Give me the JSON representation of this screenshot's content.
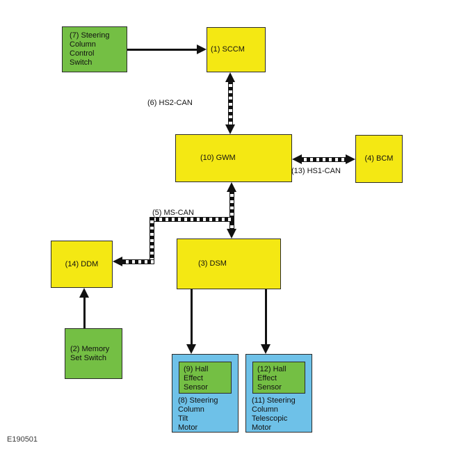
{
  "figure_id": "E190501",
  "palette": {
    "module_yellow": "#F4E813",
    "switch_green": "#74BF44",
    "motor_blue": "#6EC1E8",
    "line_black": "#111111"
  },
  "nodes": {
    "steering_column_control_switch": {
      "label": "(7) Steering\nColumn\nControl\nSwitch",
      "type": "switch"
    },
    "sccm": {
      "label": "(1) SCCM",
      "type": "module"
    },
    "gwm": {
      "label": "(10) GWM",
      "type": "module"
    },
    "bcm": {
      "label": "(4) BCM",
      "type": "module"
    },
    "dsm": {
      "label": "(3) DSM",
      "type": "module"
    },
    "ddm": {
      "label": "(14) DDM",
      "type": "module"
    },
    "memory_set_switch": {
      "label": "(2) Memory\nSet Switch",
      "type": "switch"
    },
    "tilt_motor": {
      "label": "(8) Steering\nColumn\nTilt\nMotor",
      "type": "motor"
    },
    "hall_sensor_tilt": {
      "label": "(9) Hall\nEffect\nSensor",
      "type": "sensor"
    },
    "telescopic_motor": {
      "label": "(11) Steering\nColumn\nTelescopic\nMotor",
      "type": "motor"
    },
    "hall_sensor_telescopic": {
      "label": "(12) Hall\nEffect\nSensor",
      "type": "sensor"
    }
  },
  "bus_labels": {
    "hs2_can": "(6) HS2-CAN",
    "hs1_can": "(13) HS1-CAN",
    "ms_can": "(5) MS-CAN"
  }
}
